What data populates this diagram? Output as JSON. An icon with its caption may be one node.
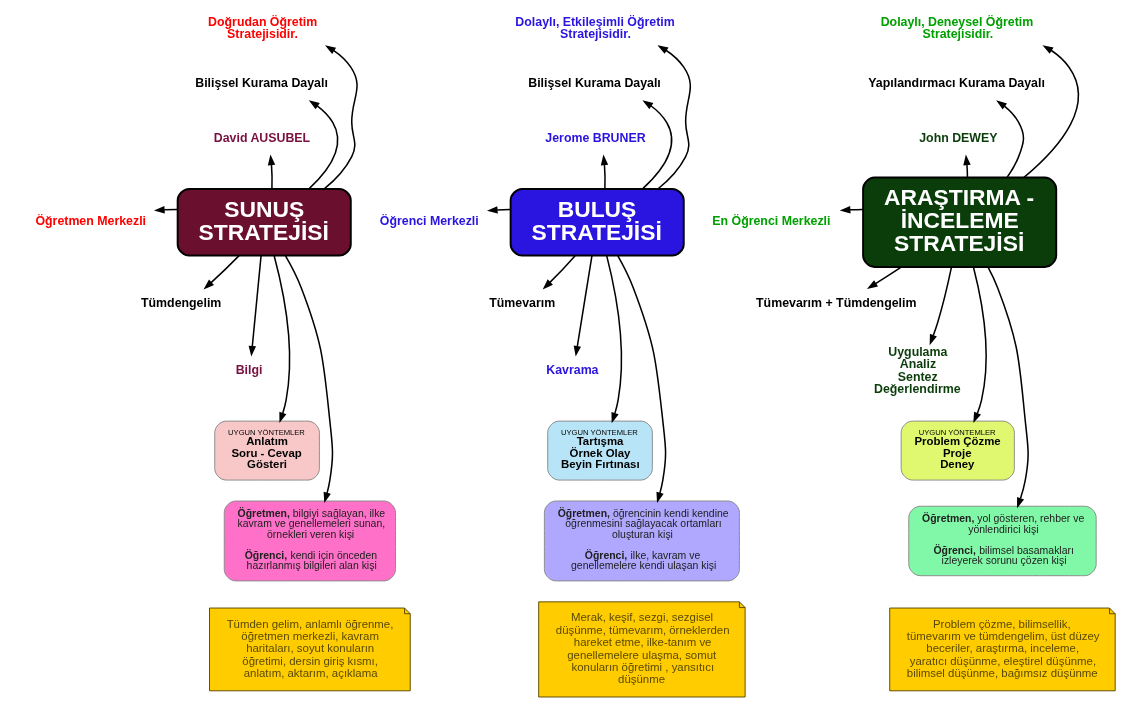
{
  "diagram": {
    "nodes": [
      {
        "text": [
          "Doğrudan Öğretim Stratejisidir."
        ]
      },
      {
        "text": [
          "Bilişsel Kurama Dayalı"
        ]
      },
      {
        "text": [
          "David AUSUBEL"
        ]
      },
      {
        "text": [
          "SUNUŞ STRATEJİSİ"
        ]
      },
      {
        "text": [
          "Öğretmen Merkezli"
        ]
      },
      {
        "text": [
          "Tümdengelim"
        ]
      },
      {
        "text": [
          "Bilgi"
        ]
      },
      {
        "text": [
          "UYGUN YÖNTEMLER",
          "Anlatım",
          "Soru - Cevap",
          "Gösteri"
        ]
      },
      {
        "text": [
          "**Öğretmen,** bilgiyi sağlayan, ilke kavram ve genellemeleri sunan, örnekleri veren kişi",
          "**Öğrenci,** kendi için önceden hazırlanmış bilgileri alan kişi"
        ]
      },
      {
        "text": [
          "Tümden gelim, anlamlı öğrenme, öğretmen merkezli, kavram haritaları, soyut konuların öğretimi, dersin giriş kısmı, anlatım, aktarım, açıklama"
        ]
      },
      {
        "text": [
          "Dolaylı, Etkileşimli Öğretim Stratejisidir."
        ]
      },
      {
        "text": [
          "Bilişsel Kurama Dayalı"
        ]
      },
      {
        "text": [
          "Jerome BRUNER"
        ]
      },
      {
        "text": [
          "BULUŞ STRATEJİSİ"
        ]
      },
      {
        "text": [
          "Öğrenci Merkezli"
        ]
      },
      {
        "text": [
          "Tümevarım"
        ]
      },
      {
        "text": [
          "Kavrama"
        ]
      },
      {
        "text": [
          "UYGUN YÖNTEMLER",
          "Tartışma",
          "Örnek Olay",
          "Beyin Fırtınası"
        ]
      },
      {
        "text": [
          "**Öğretmen,** öğrencinin kendi kendine öğrenmesini sağlayacak ortamları oluşturan kişi",
          "**Öğrenci,** ilke, kavram ve genellemelere kendi ulaşan kişi"
        ]
      },
      {
        "text": [
          "Merak, keşif, sezgi, sezgisel düşünme, tümevarım, örneklerden hareket etme, ilke-tanım ve genellemelere ulaşma, somut konuların öğretimi , yansıtıcı düşünme"
        ]
      },
      {
        "text": [
          "Dolaylı, Deneysel Öğretim Stratejisidir."
        ]
      },
      {
        "text": [
          "Yapılandırmacı Kurama Dayalı"
        ]
      },
      {
        "text": [
          "John DEWEY"
        ]
      },
      {
        "text": [
          "ARAŞTIRMA - İNCELEME STRATEJİSİ"
        ]
      },
      {
        "text": [
          "En Öğrenci Merkezli"
        ]
      },
      {
        "text": [
          "Tümevarım + Tümdengelim"
        ]
      },
      {
        "text": [
          "Uygulama",
          "Analiz",
          "Sentez",
          "Değerlendirme"
        ]
      },
      {
        "text": [
          "UYGUN YÖNTEMLER",
          "Problem Çözme",
          "Proje",
          "Deney"
        ]
      },
      {
        "text": [
          "**Öğretmen,** yol gösteren, rehber ve yönlendirici kişi",
          "**Öğrenci,** bilimsel basamakları izleyerek sorunu çözen kişi"
        ]
      },
      {
        "text": [
          "Problem çözme, bilimsellik, tümevarım ve tümdengelim, üst düzey beceriler, araştırma, inceleme, yaratıcı düşünme, eleştirel düşünme, bilimsel düşünme, bağımsız düşünme"
        ]
      }
    ],
    "edges": [
      {
        "from": 3,
        "to": 0,
        "arrow": "to"
      },
      {
        "from": 3,
        "to": 1,
        "arrow": "to"
      },
      {
        "from": 3,
        "to": 2,
        "arrow": "to"
      },
      {
        "from": 3,
        "to": 4,
        "arrow": "to"
      },
      {
        "from": 3,
        "to": 5,
        "arrow": "to"
      },
      {
        "from": 3,
        "to": 6,
        "arrow": "to"
      },
      {
        "from": 3,
        "to": 7,
        "arrow": "to"
      },
      {
        "from": 3,
        "to": 8,
        "arrow": "to"
      },
      {
        "from": 13,
        "to": 10,
        "arrow": "to"
      },
      {
        "from": 13,
        "to": 11,
        "arrow": "to"
      },
      {
        "from": 13,
        "to": 12,
        "arrow": "to"
      },
      {
        "from": 13,
        "to": 14,
        "arrow": "to"
      },
      {
        "from": 13,
        "to": 15,
        "arrow": "to"
      },
      {
        "from": 13,
        "to": 16,
        "arrow": "to"
      },
      {
        "from": 13,
        "to": 17,
        "arrow": "to"
      },
      {
        "from": 13,
        "to": 18,
        "arrow": "to"
      },
      {
        "from": 23,
        "to": 20,
        "arrow": "to"
      },
      {
        "from": 23,
        "to": 21,
        "arrow": "to"
      },
      {
        "from": 23,
        "to": 22,
        "arrow": "to"
      },
      {
        "from": 23,
        "to": 24,
        "arrow": "to"
      },
      {
        "from": 23,
        "to": 25,
        "arrow": "to"
      },
      {
        "from": 23,
        "to": 26,
        "arrow": "to"
      },
      {
        "from": 23,
        "to": 27,
        "arrow": "to"
      },
      {
        "from": 23,
        "to": 28,
        "arrow": "to"
      }
    ]
  }
}
